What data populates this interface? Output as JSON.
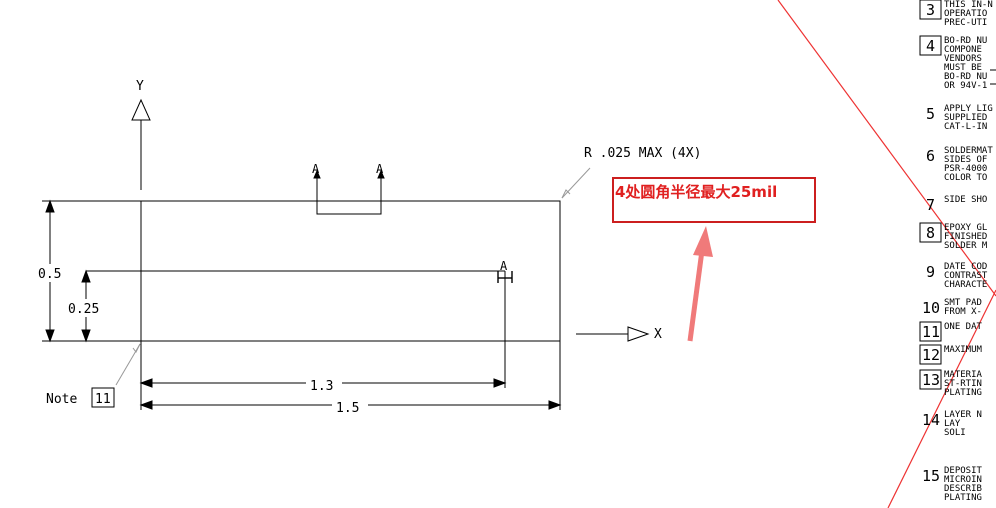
{
  "drawing": {
    "axis_y_label": "Y",
    "axis_x_label": "X",
    "section_marker_1": "A",
    "section_marker_2": "A",
    "section_marker_3": "A",
    "radius_callout": "R .025 MAX (4X)",
    "dim_height_total": "0.5",
    "dim_height_inner": "0.25",
    "dim_width_inner": "1.3",
    "dim_width_total": "1.5",
    "note_label": "Note",
    "note_number": "11"
  },
  "annotation": {
    "text": "4处圆角半径最大25mil",
    "color": "#e02020"
  },
  "notes_panel": {
    "items": [
      {
        "num": "3",
        "boxed": true,
        "lines": [
          "THIS IN-N",
          "OPERATIO",
          "PREC-UTI"
        ]
      },
      {
        "num": "4",
        "boxed": true,
        "lines": [
          "BO-RD NU",
          "COMPONE",
          "VENDORS",
          "MUST BE",
          "BO-RD NU",
          "OR 94V-1"
        ]
      },
      {
        "num": "5",
        "boxed": false,
        "lines": [
          "APPLY LIG",
          "SUPPLIED",
          "CAT-L-IN"
        ]
      },
      {
        "num": "6",
        "boxed": false,
        "lines": [
          "SOLDERMAT",
          "SIDES OF",
          "PSR-4000",
          "COLOR TO"
        ]
      },
      {
        "num": "7",
        "boxed": false,
        "lines": [
          "SIDE SHO"
        ]
      },
      {
        "num": "8",
        "boxed": true,
        "lines": [
          "EPOXY GL",
          "FINISHED",
          "SOLDER M"
        ]
      },
      {
        "num": "9",
        "boxed": false,
        "lines": [
          "DATE COD",
          "CONTRAST",
          "CHARACTE"
        ]
      },
      {
        "num": "10",
        "boxed": false,
        "lines": [
          "SMT PAD",
          "FROM X-"
        ]
      },
      {
        "num": "11",
        "boxed": true,
        "lines": [
          "ONE DAT"
        ]
      },
      {
        "num": "12",
        "boxed": true,
        "lines": [
          "MAXIMUM"
        ]
      },
      {
        "num": "13",
        "boxed": true,
        "lines": [
          "MATERIA",
          "ST-RTIN",
          "PLATING"
        ]
      },
      {
        "num": "14",
        "boxed": false,
        "lines": [
          "LAYER N",
          "LAY",
          "SOLI"
        ]
      },
      {
        "num": "15",
        "boxed": false,
        "lines": [
          "DEPOSIT",
          "MICROIN",
          "DESCRIB",
          "PLATING"
        ]
      }
    ]
  }
}
